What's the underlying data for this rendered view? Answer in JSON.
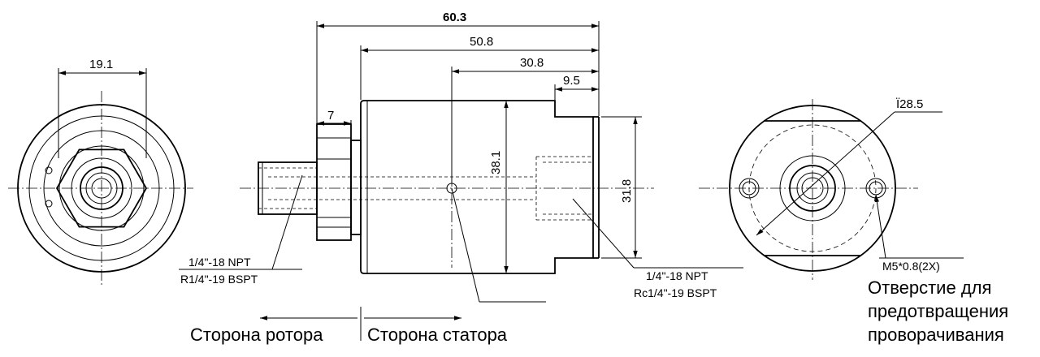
{
  "dimensions": {
    "overall_length": "60.3",
    "body_length": "50.8",
    "port_depth_to_center": "30.8",
    "stator_step": "9.5",
    "nut_width": "7",
    "body_diameter": "38.1",
    "stator_diameter": "31.8",
    "hex_width": "19.1",
    "bolt_circle": "Ï28.5"
  },
  "thread_labels": {
    "rotor_thread_top": "1/4\"-18 NPT",
    "rotor_thread_bottom": "R1/4\"-19 BSPT",
    "stator_thread_top": "1/4\"-18 NPT",
    "stator_thread_bottom": "Rc1/4\"-19 BSPT",
    "mount_hole_spec": "M5*0.8(2X)"
  },
  "captions": {
    "rotor_side": "Сторона ротора",
    "stator_side": "Сторона статора",
    "anti_rotation_line1": "Отверстие для",
    "anti_rotation_line2": "предотвращения",
    "anti_rotation_line3": "проворачивания"
  },
  "colors": {
    "line": "#000000",
    "background": "#ffffff"
  }
}
